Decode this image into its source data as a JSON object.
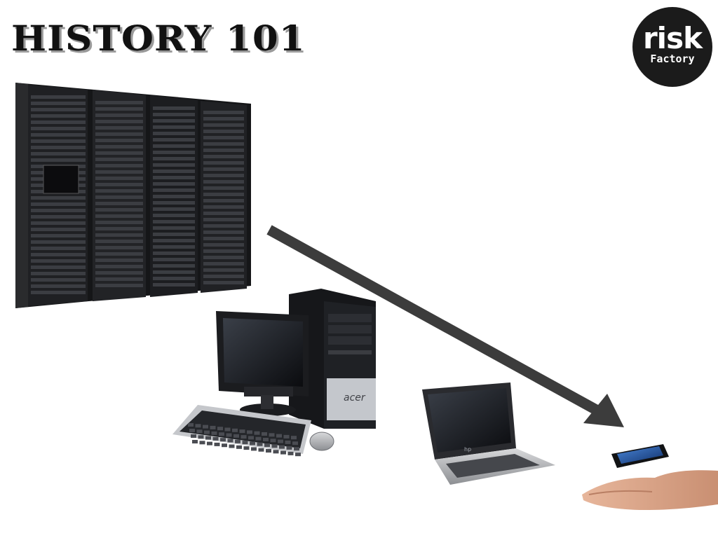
{
  "slide": {
    "title": "HISTORY 101",
    "logo": {
      "main": "risk",
      "sub": "Factory"
    },
    "pc_brand": "acer",
    "laptop_brand": "hp"
  },
  "colors": {
    "title": "#111111",
    "title_shadow": "#9a9a9a",
    "logo_bg": "#1b1b1b",
    "arrow": "#3c3c3c"
  }
}
